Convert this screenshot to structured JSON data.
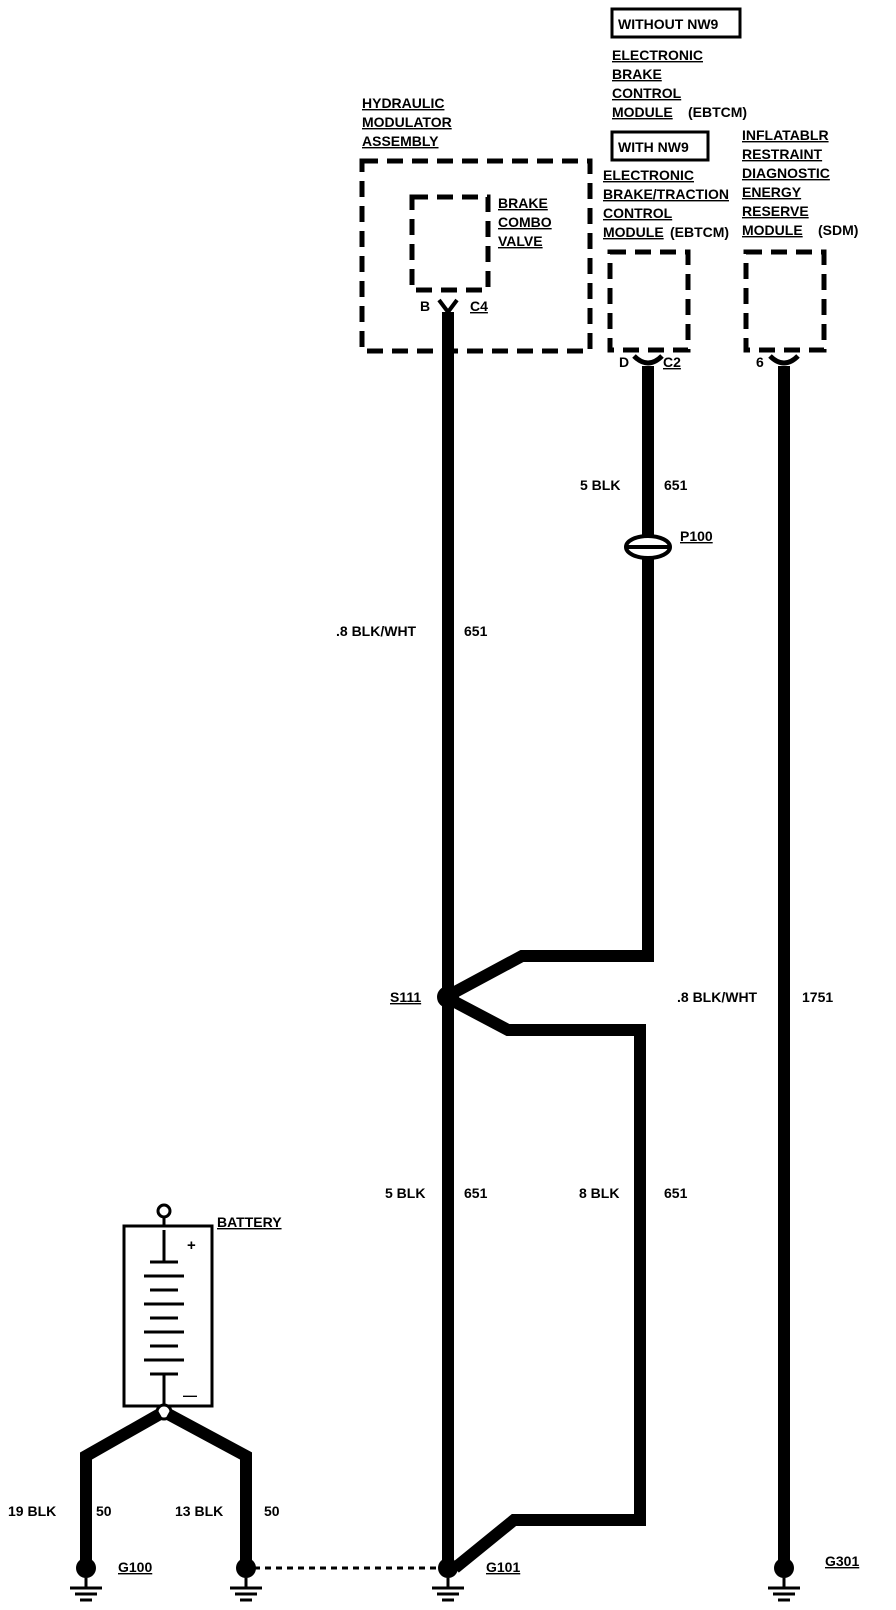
{
  "components": {
    "hydraulic_modulator": {
      "lines": [
        "HYDRAULIC",
        "MODULATOR",
        "ASSEMBLY"
      ],
      "sub": [
        "BRAKE",
        "COMBO",
        "VALVE"
      ],
      "pin": "B",
      "connector": "C4"
    },
    "ebtcm": {
      "without_option": "WITHOUT NW9",
      "without_lines": [
        "ELECTRONIC",
        "BRAKE",
        "CONTROL",
        "MODULE"
      ],
      "without_suffix": "(EBTCM)",
      "with_option": "WITH NW9",
      "with_lines": [
        "ELECTRONIC",
        "BRAKE/TRACTION",
        "CONTROL",
        "MODULE"
      ],
      "with_suffix": "(EBTCM)",
      "pin": "D",
      "connector": "C2"
    },
    "sdm": {
      "lines": [
        "INFLATABLR",
        "RESTRAINT",
        "DIAGNOSTIC",
        "ENERGY",
        "RESERVE",
        "MODULE"
      ],
      "suffix": "(SDM)",
      "pin": "6"
    },
    "battery": {
      "label": "BATTERY",
      "plus": "+",
      "minus": "—"
    }
  },
  "wires": {
    "ebtcm_upper": {
      "size_color": "5  BLK",
      "circuit": "651"
    },
    "ebtcm_connector": "P100",
    "modulator_upper": {
      "size_color": ".8  BLK/WHT",
      "circuit": "651"
    },
    "splice": "S111",
    "sdm_wire": {
      "size_color": ".8  BLK/WHT",
      "circuit": "1751"
    },
    "lower_left": {
      "size_color": "5  BLK",
      "circuit": "651"
    },
    "lower_right": {
      "size_color": "8  BLK",
      "circuit": "651"
    },
    "battery_left": {
      "size_color": "19  BLK",
      "circuit": "50"
    },
    "battery_right": {
      "size_color": "13  BLK",
      "circuit": "50"
    }
  },
  "grounds": {
    "g100": "G100",
    "g101": "G101",
    "g301": "G301"
  }
}
